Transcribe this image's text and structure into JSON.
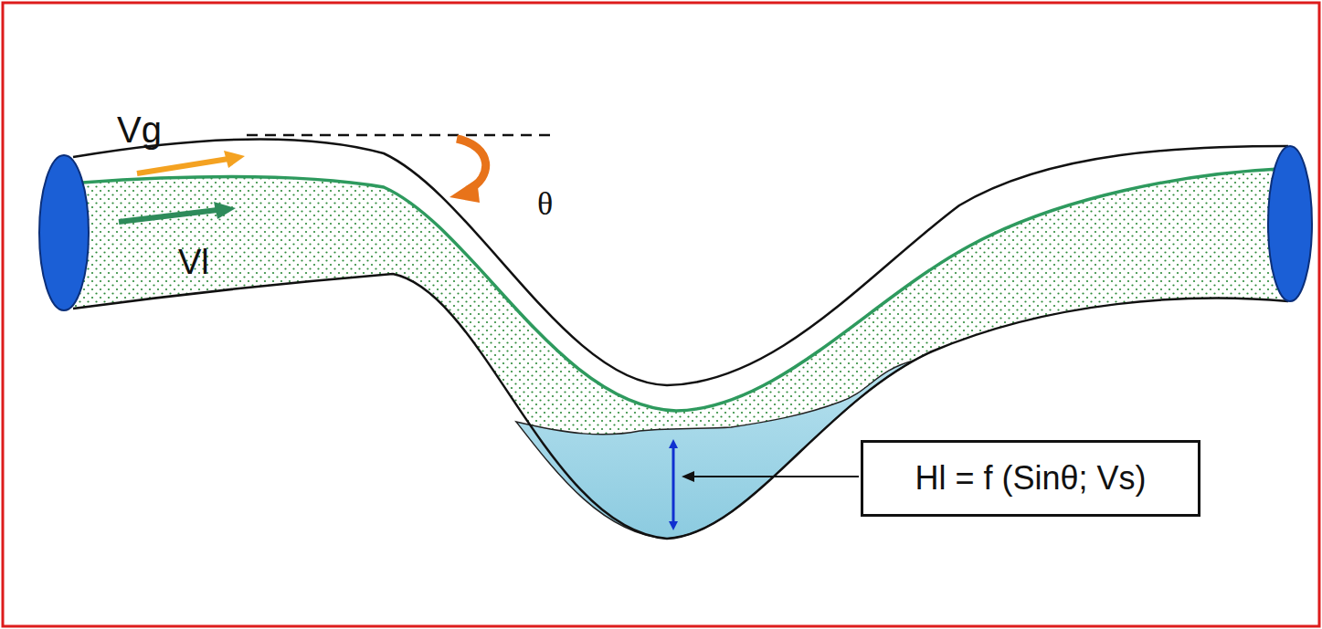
{
  "diagram": {
    "nodes": [
      {
        "text": [
          "Hl = f (Sinθ; Vs)"
        ]
      }
    ],
    "labels": [
      "Vg",
      "Vl",
      "θ"
    ]
  }
}
